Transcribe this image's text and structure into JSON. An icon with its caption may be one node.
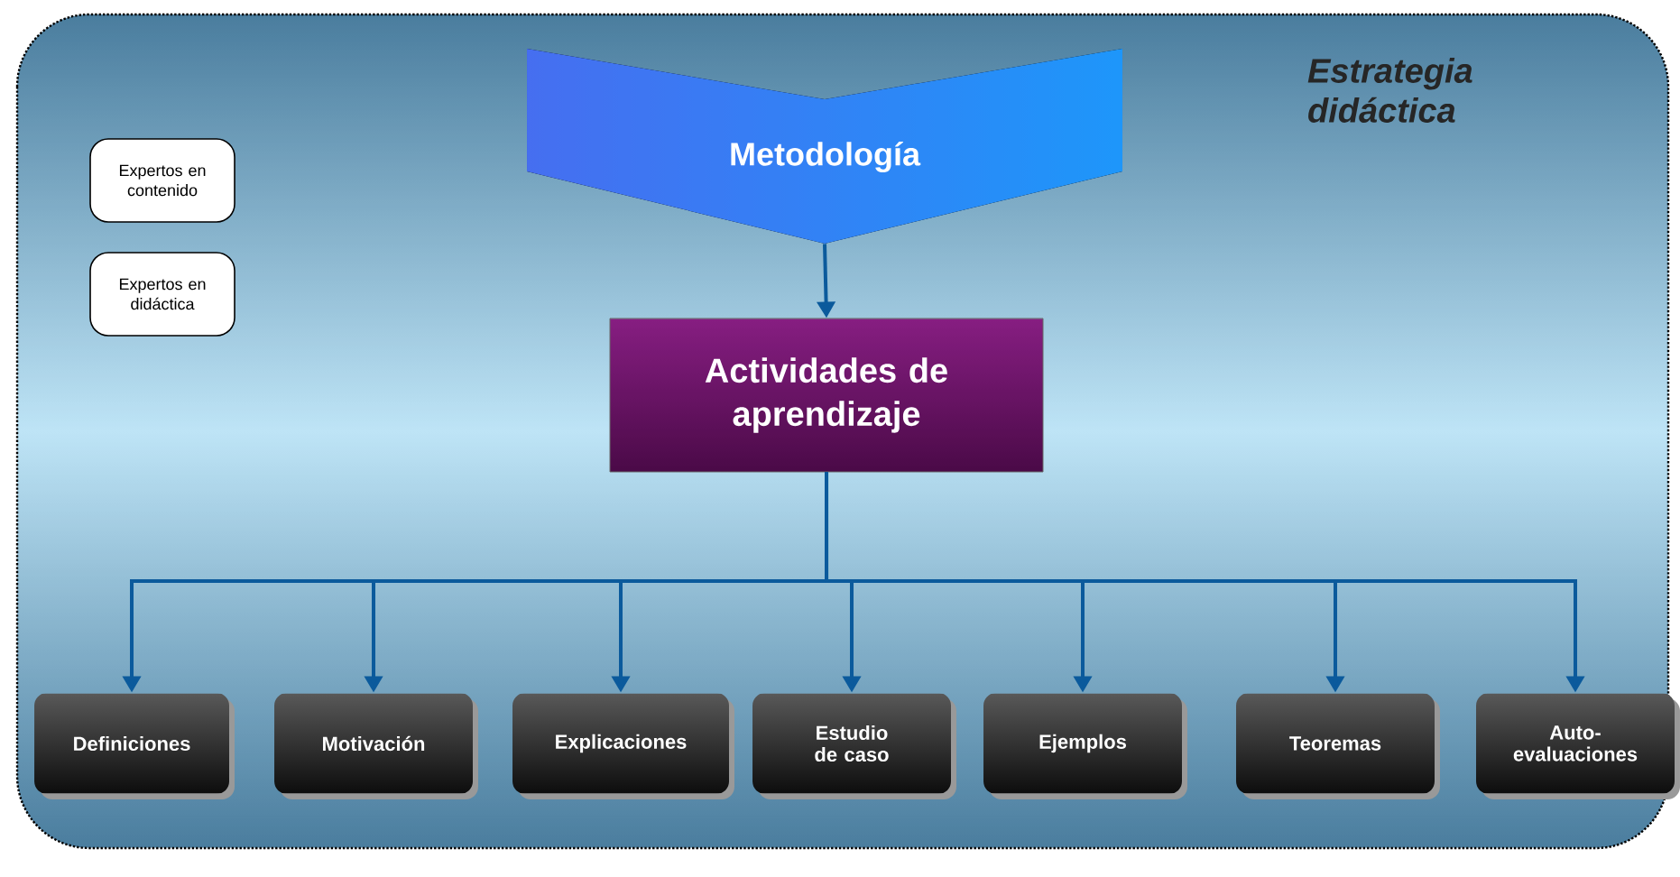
{
  "diagram": {
    "nodes": [
      {
        "text": [
          "Estrategia didáctica"
        ]
      },
      {
        "text": [
          "Expertos en contenido"
        ],
        "in": 0
      },
      {
        "text": [
          "Expertos en didáctica"
        ],
        "in": 0
      },
      {
        "text": [
          "Metodología"
        ],
        "in": 0
      },
      {
        "text": [
          "Actividades de aprendizaje"
        ],
        "in": 0
      },
      {
        "text": [
          "Definiciones"
        ],
        "in": 0
      },
      {
        "text": [
          "Motivación"
        ],
        "in": 0
      },
      {
        "text": [
          "Explicaciones"
        ],
        "in": 0
      },
      {
        "text": [
          "Estudio de caso"
        ],
        "in": 0
      },
      {
        "text": [
          "Ejemplos"
        ],
        "in": 0
      },
      {
        "text": [
          "Teoremas"
        ],
        "in": 0
      },
      {
        "text": [
          "Auto- evaluaciones"
        ],
        "in": 0
      }
    ],
    "edges": [
      {
        "from": 3,
        "to": 4,
        "arrow": "to"
      },
      {
        "from": 4,
        "to": 5,
        "arrow": "to"
      },
      {
        "from": 4,
        "to": 6,
        "arrow": "to"
      },
      {
        "from": 4,
        "to": 7,
        "arrow": "to"
      },
      {
        "from": 4,
        "to": 8,
        "arrow": "to"
      },
      {
        "from": 4,
        "to": 9,
        "arrow": "to"
      },
      {
        "from": 4,
        "to": 10,
        "arrow": "to"
      },
      {
        "from": 4,
        "to": 11,
        "arrow": "to"
      }
    ]
  }
}
